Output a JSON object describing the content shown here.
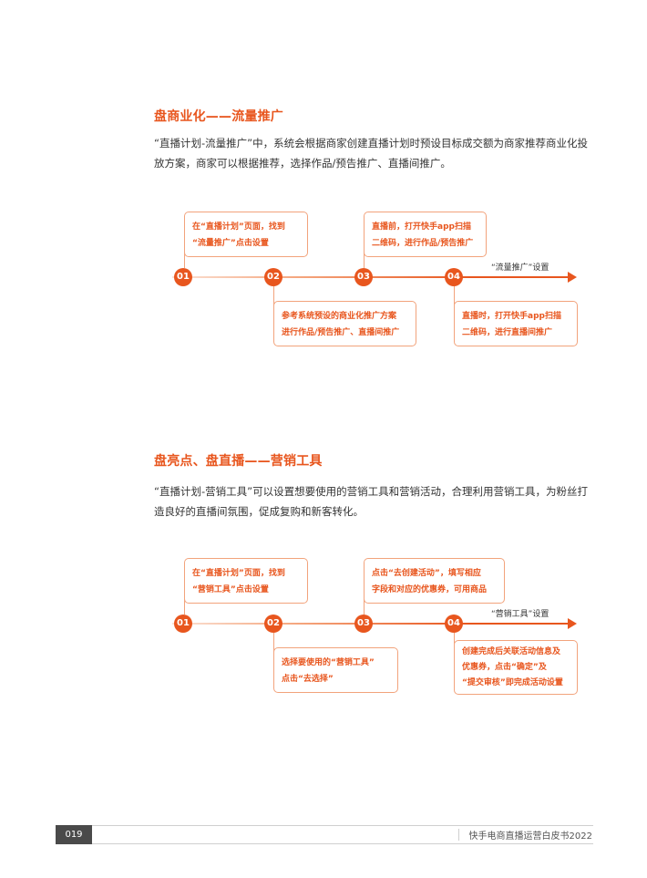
{
  "sections": [
    {
      "title": "盘商业化——流量推广",
      "paragraph": "“直播计划-流量推广”中，系统会根据商家创建直播计划时预设目标成交额为商家推荐商业化投放方案，商家可以根据推荐，选择作品/预告推广、直播间推广。",
      "flow": {
        "steps": [
          "01",
          "02",
          "03",
          "04"
        ],
        "end_label": "“流量推广”设置",
        "callouts": [
          [
            "在“直播计划”页面，找到",
            "“流量推广”点击设置"
          ],
          [
            "参考系统预设的商业化推广方案",
            "进行作品/预告推广、直播间推广"
          ],
          [
            "直播前，打开快手app扫描",
            "二维码，进行作品/预告推广"
          ],
          [
            "直播时，打开快手app扫描",
            "二维码，进行直播间推广"
          ]
        ]
      }
    },
    {
      "title": "盘亮点、盘直播——营销工具",
      "paragraph": "“直播计划-营销工具”可以设置想要使用的营销工具和营销活动，合理利用营销工具，为粉丝打造良好的直播间氛围，促成复购和新客转化。",
      "flow": {
        "steps": [
          "01",
          "02",
          "03",
          "04"
        ],
        "end_label": "“营销工具”设置",
        "callouts": [
          [
            "在“直播计划”页面，找到",
            "“营销工具”点击设置"
          ],
          [
            "选择要使用的“营销工具”",
            "点击“去选择”"
          ],
          [
            "点击“去创建活动”，填写相应",
            "字段和对应的优惠券，可用商品"
          ],
          [
            "创建完成后关联活动信息及",
            "优惠券，点击“确定”及",
            "“提交审核”即完成活动设置"
          ]
        ]
      }
    }
  ],
  "footer": {
    "page_number": "019",
    "book_title": "快手电商直播运营白皮书2022"
  },
  "colors": {
    "accent": "#e8561e",
    "callout_border": "#f2a37c",
    "footer_tag": "#4a4a4a"
  }
}
